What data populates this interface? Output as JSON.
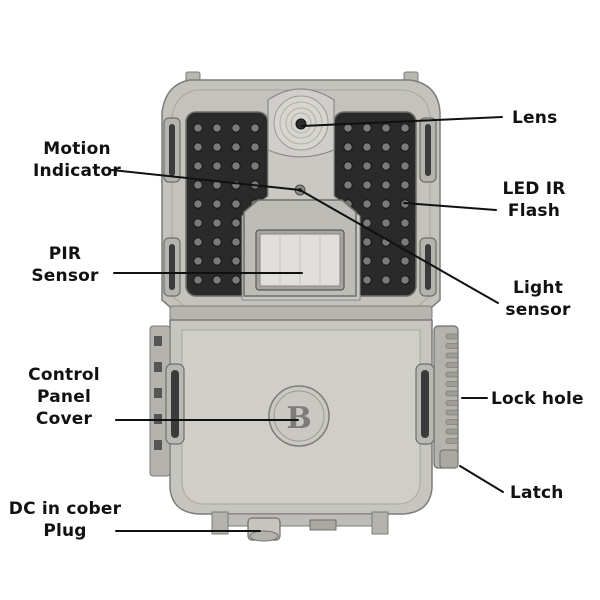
{
  "colors": {
    "body": "#c3c2bd",
    "body_dark": "#aeada8",
    "body_light": "#d2d1cc",
    "outline": "#7d7c78",
    "led_panel": "#2a2a2a",
    "led": "#777777",
    "leader_line": "#111111"
  },
  "labels": {
    "lens": "Lens",
    "motion_indicator": [
      "Motion",
      "Indicator"
    ],
    "led_ir_flash": [
      "LED IR",
      "Flash"
    ],
    "pir_sensor": [
      "PIR",
      "Sensor"
    ],
    "light_sensor": [
      "Light",
      "sensor"
    ],
    "control_panel_cover": [
      "Control",
      "Panel",
      "Cover"
    ],
    "lock_hole": "Lock hole",
    "latch": "Latch",
    "dc_plug": [
      "DC in cober",
      "Plug"
    ]
  },
  "icons": {
    "logo": "bushnell-b-logo-icon"
  }
}
